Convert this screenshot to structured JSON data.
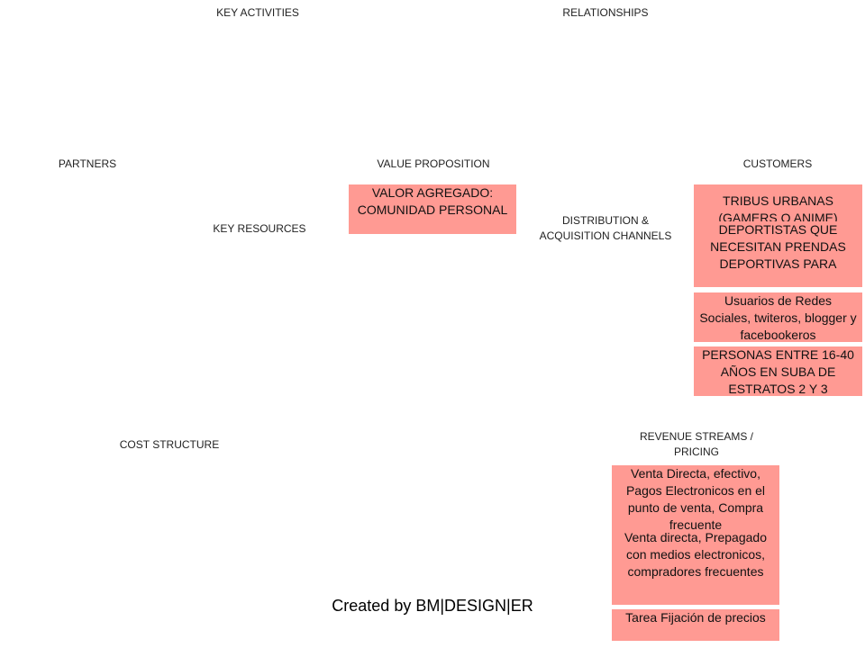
{
  "sections": {
    "key_activities": "KEY ACTIVITIES",
    "relationships": "RELATIONSHIPS",
    "partners": "PARTNERS",
    "value_proposition": "VALUE PROPOSITION",
    "customers": "CUSTOMERS",
    "key_resources": "KEY RESOURCES",
    "distribution_line1": "DISTRIBUTION  &",
    "distribution_line2": "ACQUISITION  CHANNELS",
    "cost_structure": "COST  STRUCTURE",
    "revenue_line1": "REVENUE STREAMS /",
    "revenue_line2": "PRICING"
  },
  "notes": {
    "value": "VALOR AGREGADO: COMUNIDAD PERSONAL",
    "customer_1": "TRIBUS URBANAS (GAMERS O ANIME)",
    "customer_2": "DEPORTISTAS QUE NECESITAN PRENDAS DEPORTIVAS PARA",
    "customer_3": "Usuarios de Redes Sociales, twiteros, blogger y facebookeros",
    "customer_4": "PERSONAS ENTRE 16-40 AÑOS EN SUBA DE ESTRATOS 2 Y 3",
    "revenue_1": "Venta Directa, efectivo, Pagos Electronicos en el punto de venta, Compra frecuente",
    "revenue_2": "Venta directa, Prepagado con medios electronicos, compradores frecuentes",
    "revenue_3": "Tarea Fijación de precios"
  },
  "footer": "Created by BM|DESIGN|ER",
  "colors": {
    "note": "#ff9a93"
  }
}
